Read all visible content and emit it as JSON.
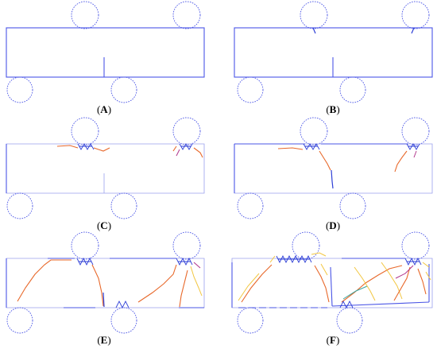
{
  "panels": [
    {
      "id": "A",
      "label_open": "(",
      "label_letter": "A",
      "label_close": ")"
    },
    {
      "id": "B",
      "label_open": "(",
      "label_letter": "B",
      "label_close": ")"
    },
    {
      "id": "C",
      "label_open": "(",
      "label_letter": "C",
      "label_close": ")"
    },
    {
      "id": "D",
      "label_open": "(",
      "label_letter": "D",
      "label_close": ")"
    },
    {
      "id": "E",
      "label_open": "(",
      "label_letter": "E",
      "label_close": ")"
    },
    {
      "id": "F",
      "label_open": "(",
      "label_letter": "F",
      "label_close": ")"
    }
  ],
  "colors": {
    "beam": "#4a55e6",
    "support": "#4a55e6",
    "crack_red": "#e8682a",
    "crack_yellow": "#f2c640",
    "crack_blue": "#2e3fd6"
  }
}
